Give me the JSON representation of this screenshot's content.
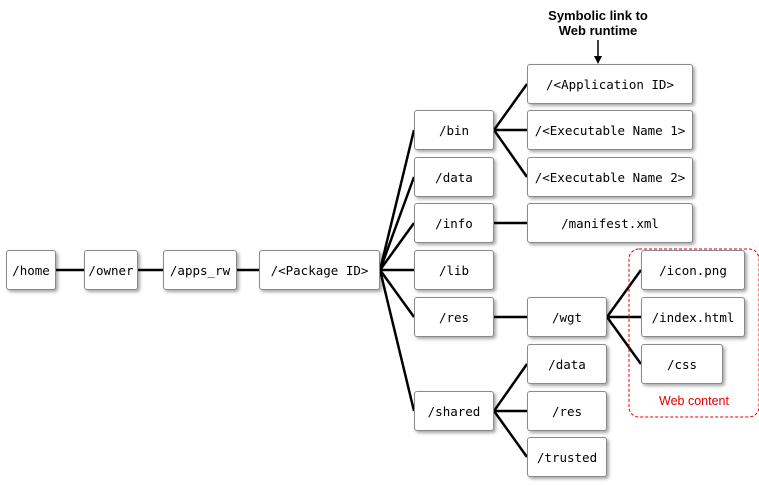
{
  "nodes": {
    "home": "/home",
    "owner": "/owner",
    "apps_rw": "/apps_rw",
    "package_id": "/<Package ID>",
    "bin": "/bin",
    "data": "/data",
    "info": "/info",
    "lib": "/lib",
    "res": "/res",
    "shared": "/shared",
    "application_id": "/<Application ID>",
    "executable_1": "/<Executable Name 1>",
    "executable_2": "/<Executable Name 2>",
    "manifest": "/manifest.xml",
    "wgt": "/wgt",
    "icon": "/icon.png",
    "index": "/index.html",
    "css": "/css",
    "shared_data": "/data",
    "shared_res": "/res",
    "shared_trusted": "/trusted"
  },
  "callout": {
    "line1": "Symbolic link to",
    "line2": "Web runtime"
  },
  "web_content_label": "Web content",
  "colors": {
    "line": "#000000",
    "node_border": "#8a8a8a",
    "web_content_border": "#e00000"
  }
}
